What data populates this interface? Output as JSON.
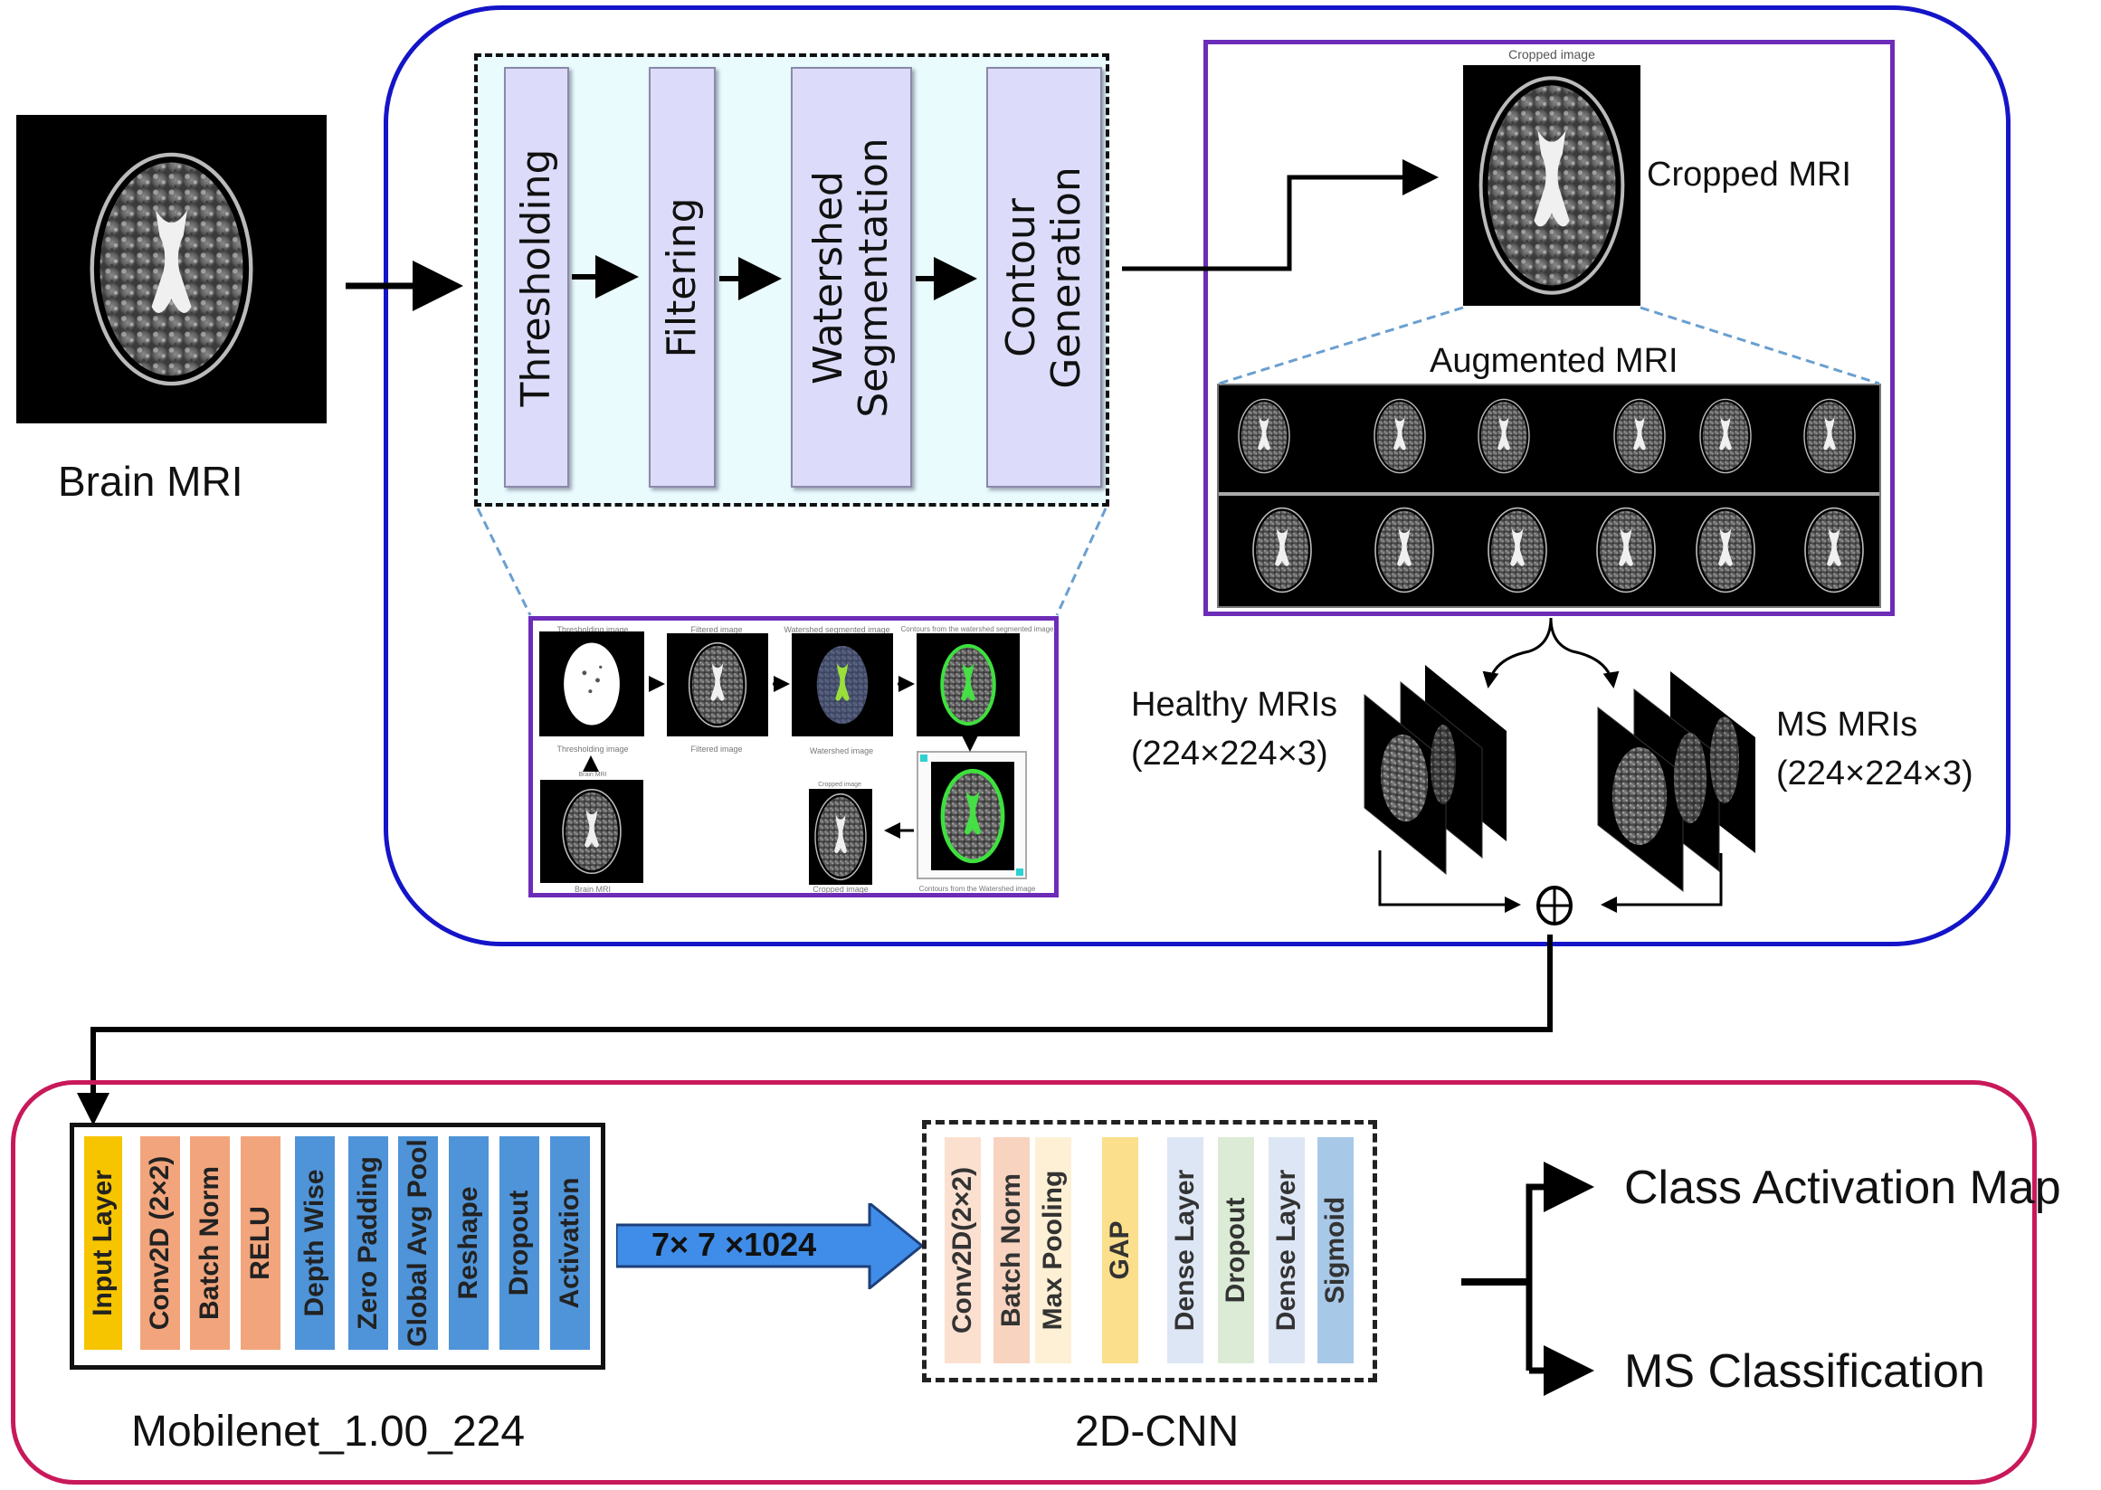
{
  "input": {
    "label": "Brain MRI"
  },
  "preprocessing": {
    "steps": [
      {
        "label": "Thresholding"
      },
      {
        "label": "Filtering"
      },
      {
        "label": "Watershed\nSegmentation"
      },
      {
        "label": "Contour\nGeneration"
      }
    ],
    "inset": {
      "captions": {
        "thresholding_top": "Thresholding image",
        "filtered_top": "Filtered image",
        "watershed_top": "Watershed segmented image",
        "contours_top": "Contours from the watershed segmented image",
        "thresholding": "Thresholding image",
        "filtered": "Filtered image",
        "watershed": "Watershed image",
        "brain_mri_top": "Brain MRI",
        "brain_mri": "Brain MRI",
        "cropped_top": "Cropped image",
        "cropped": "Cropped image",
        "contours": "Contours from the Watershed image"
      }
    }
  },
  "cropping": {
    "image_title": "Cropped image",
    "label": "Cropped MRI",
    "augmented_label": "Augmented MRI"
  },
  "classes": {
    "healthy": {
      "name": "Healthy MRIs",
      "shape": "(224×224×3)"
    },
    "ms": {
      "name": "MS MRIs",
      "shape": "(224×224×3)"
    },
    "merge_symbol": "⊕"
  },
  "mobilenet": {
    "caption": "Mobilenet_1.00_224",
    "layers": [
      {
        "label": "Input Layer",
        "color": "#f7c400"
      },
      {
        "label": "Conv2D (2×2)",
        "color": "#f2a57c"
      },
      {
        "label": "Batch Norm",
        "color": "#f2a57c"
      },
      {
        "label": "RELU",
        "color": "#f2a57c"
      },
      {
        "label": "Depth Wise",
        "color": "#4f94d8"
      },
      {
        "label": "Zero Padding",
        "color": "#4f94d8"
      },
      {
        "label": "Global Avg Pool",
        "color": "#4f94d8"
      },
      {
        "label": "Reshape",
        "color": "#4f94d8"
      },
      {
        "label": "Dropout",
        "color": "#4f94d8"
      },
      {
        "label": "Activation",
        "color": "#4f94d8"
      }
    ]
  },
  "transfer": {
    "label": "7× 7 ×1024",
    "color": "#3f8de8"
  },
  "cnn": {
    "caption": "2D-CNN",
    "layers": [
      {
        "label": "Conv2D(2×2)",
        "color": "#fbe0d0"
      },
      {
        "label": "Batch Norm",
        "color": "#f8d4c0"
      },
      {
        "label": "Max Pooling",
        "color": "#fdf0d4"
      },
      {
        "label": "GAP",
        "color": "#fbdf8c"
      },
      {
        "label": "Dense Layer",
        "color": "#dde6f4"
      },
      {
        "label": "Dropout",
        "color": "#dcebd6"
      },
      {
        "label": "Dense Layer",
        "color": "#dde6f4"
      },
      {
        "label": "Sigmoid",
        "color": "#a8c8e8"
      }
    ]
  },
  "outputs": [
    {
      "label": "Class Activation Map"
    },
    {
      "label": "MS Classification"
    }
  ],
  "colors": {
    "preprocess_border": "#1414c8",
    "model_border": "#c8195a",
    "panel_border": "#6c2cb8",
    "pipeline_bg": "#e9fbfd",
    "pipeline_bar": "#dcdcfa"
  }
}
